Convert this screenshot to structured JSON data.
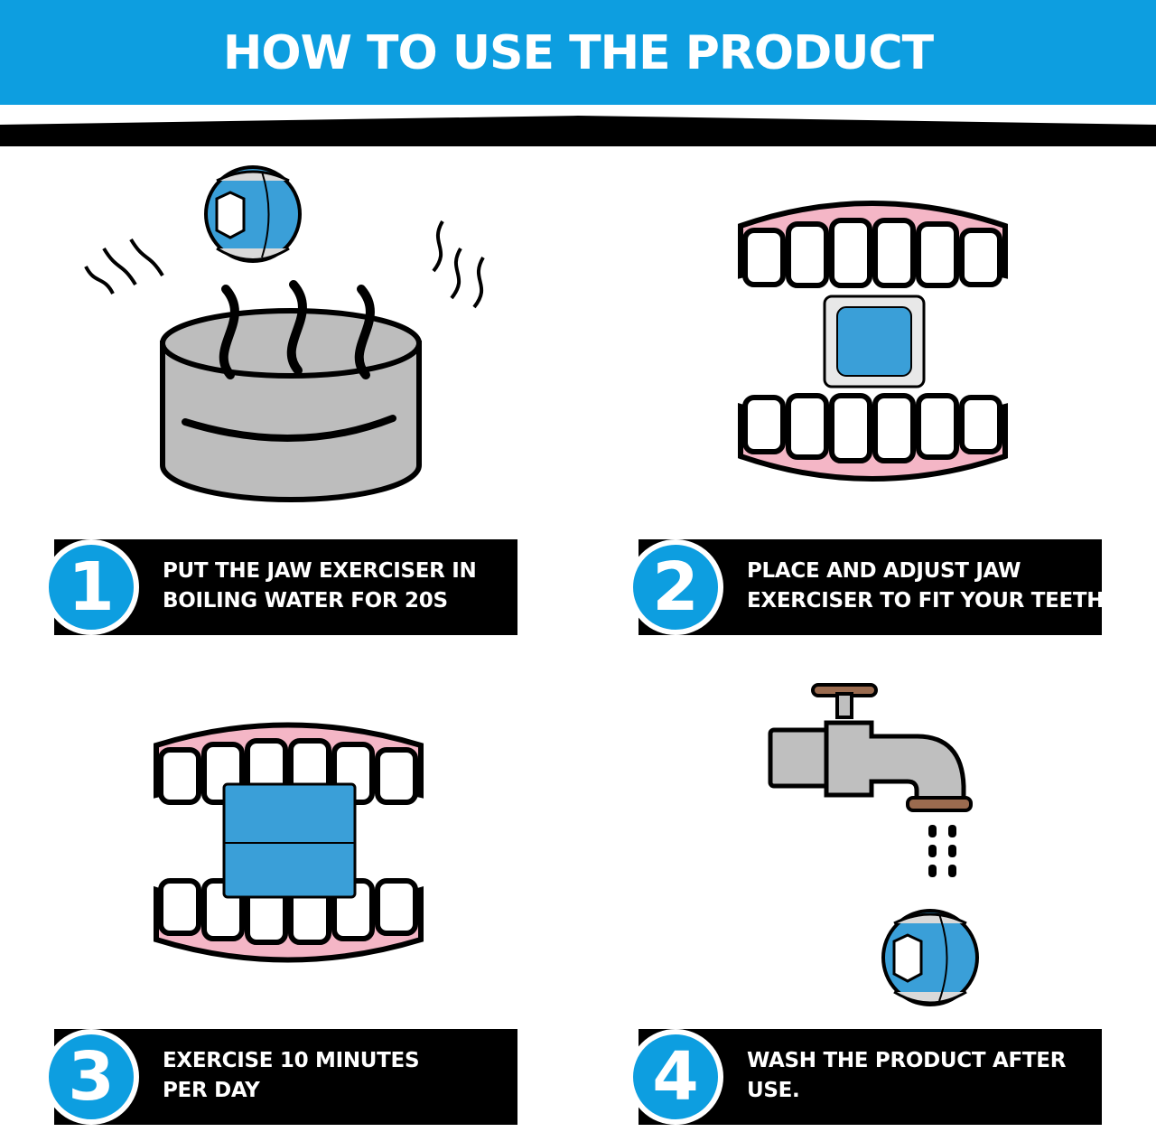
{
  "header": {
    "title": "HOW TO USE THE PRODUCT"
  },
  "colors": {
    "accent_blue": "#0d9ee0",
    "black": "#000000",
    "gum_pink": "#f4b6c6",
    "steel_grey": "#bfbfbf",
    "tap_brown": "#9a6b4f"
  },
  "steps": [
    {
      "number": "1",
      "line1": "PUT THE JAW EXERCISER IN",
      "line2": "BOILING WATER FOR 20S",
      "icon": "boiling-pot-icon"
    },
    {
      "number": "2",
      "line1": "PLACE AND ADJUST JAW",
      "line2": "EXERCISER TO FIT YOUR TEETH",
      "icon": "teeth-with-exerciser-icon"
    },
    {
      "number": "3",
      "line1": "EXERCISE 10 MINUTES",
      "line2": "PER DAY",
      "icon": "biting-exerciser-icon"
    },
    {
      "number": "4",
      "line1": "WASH THE PRODUCT AFTER",
      "line2": "USE.",
      "icon": "water-tap-icon"
    }
  ]
}
